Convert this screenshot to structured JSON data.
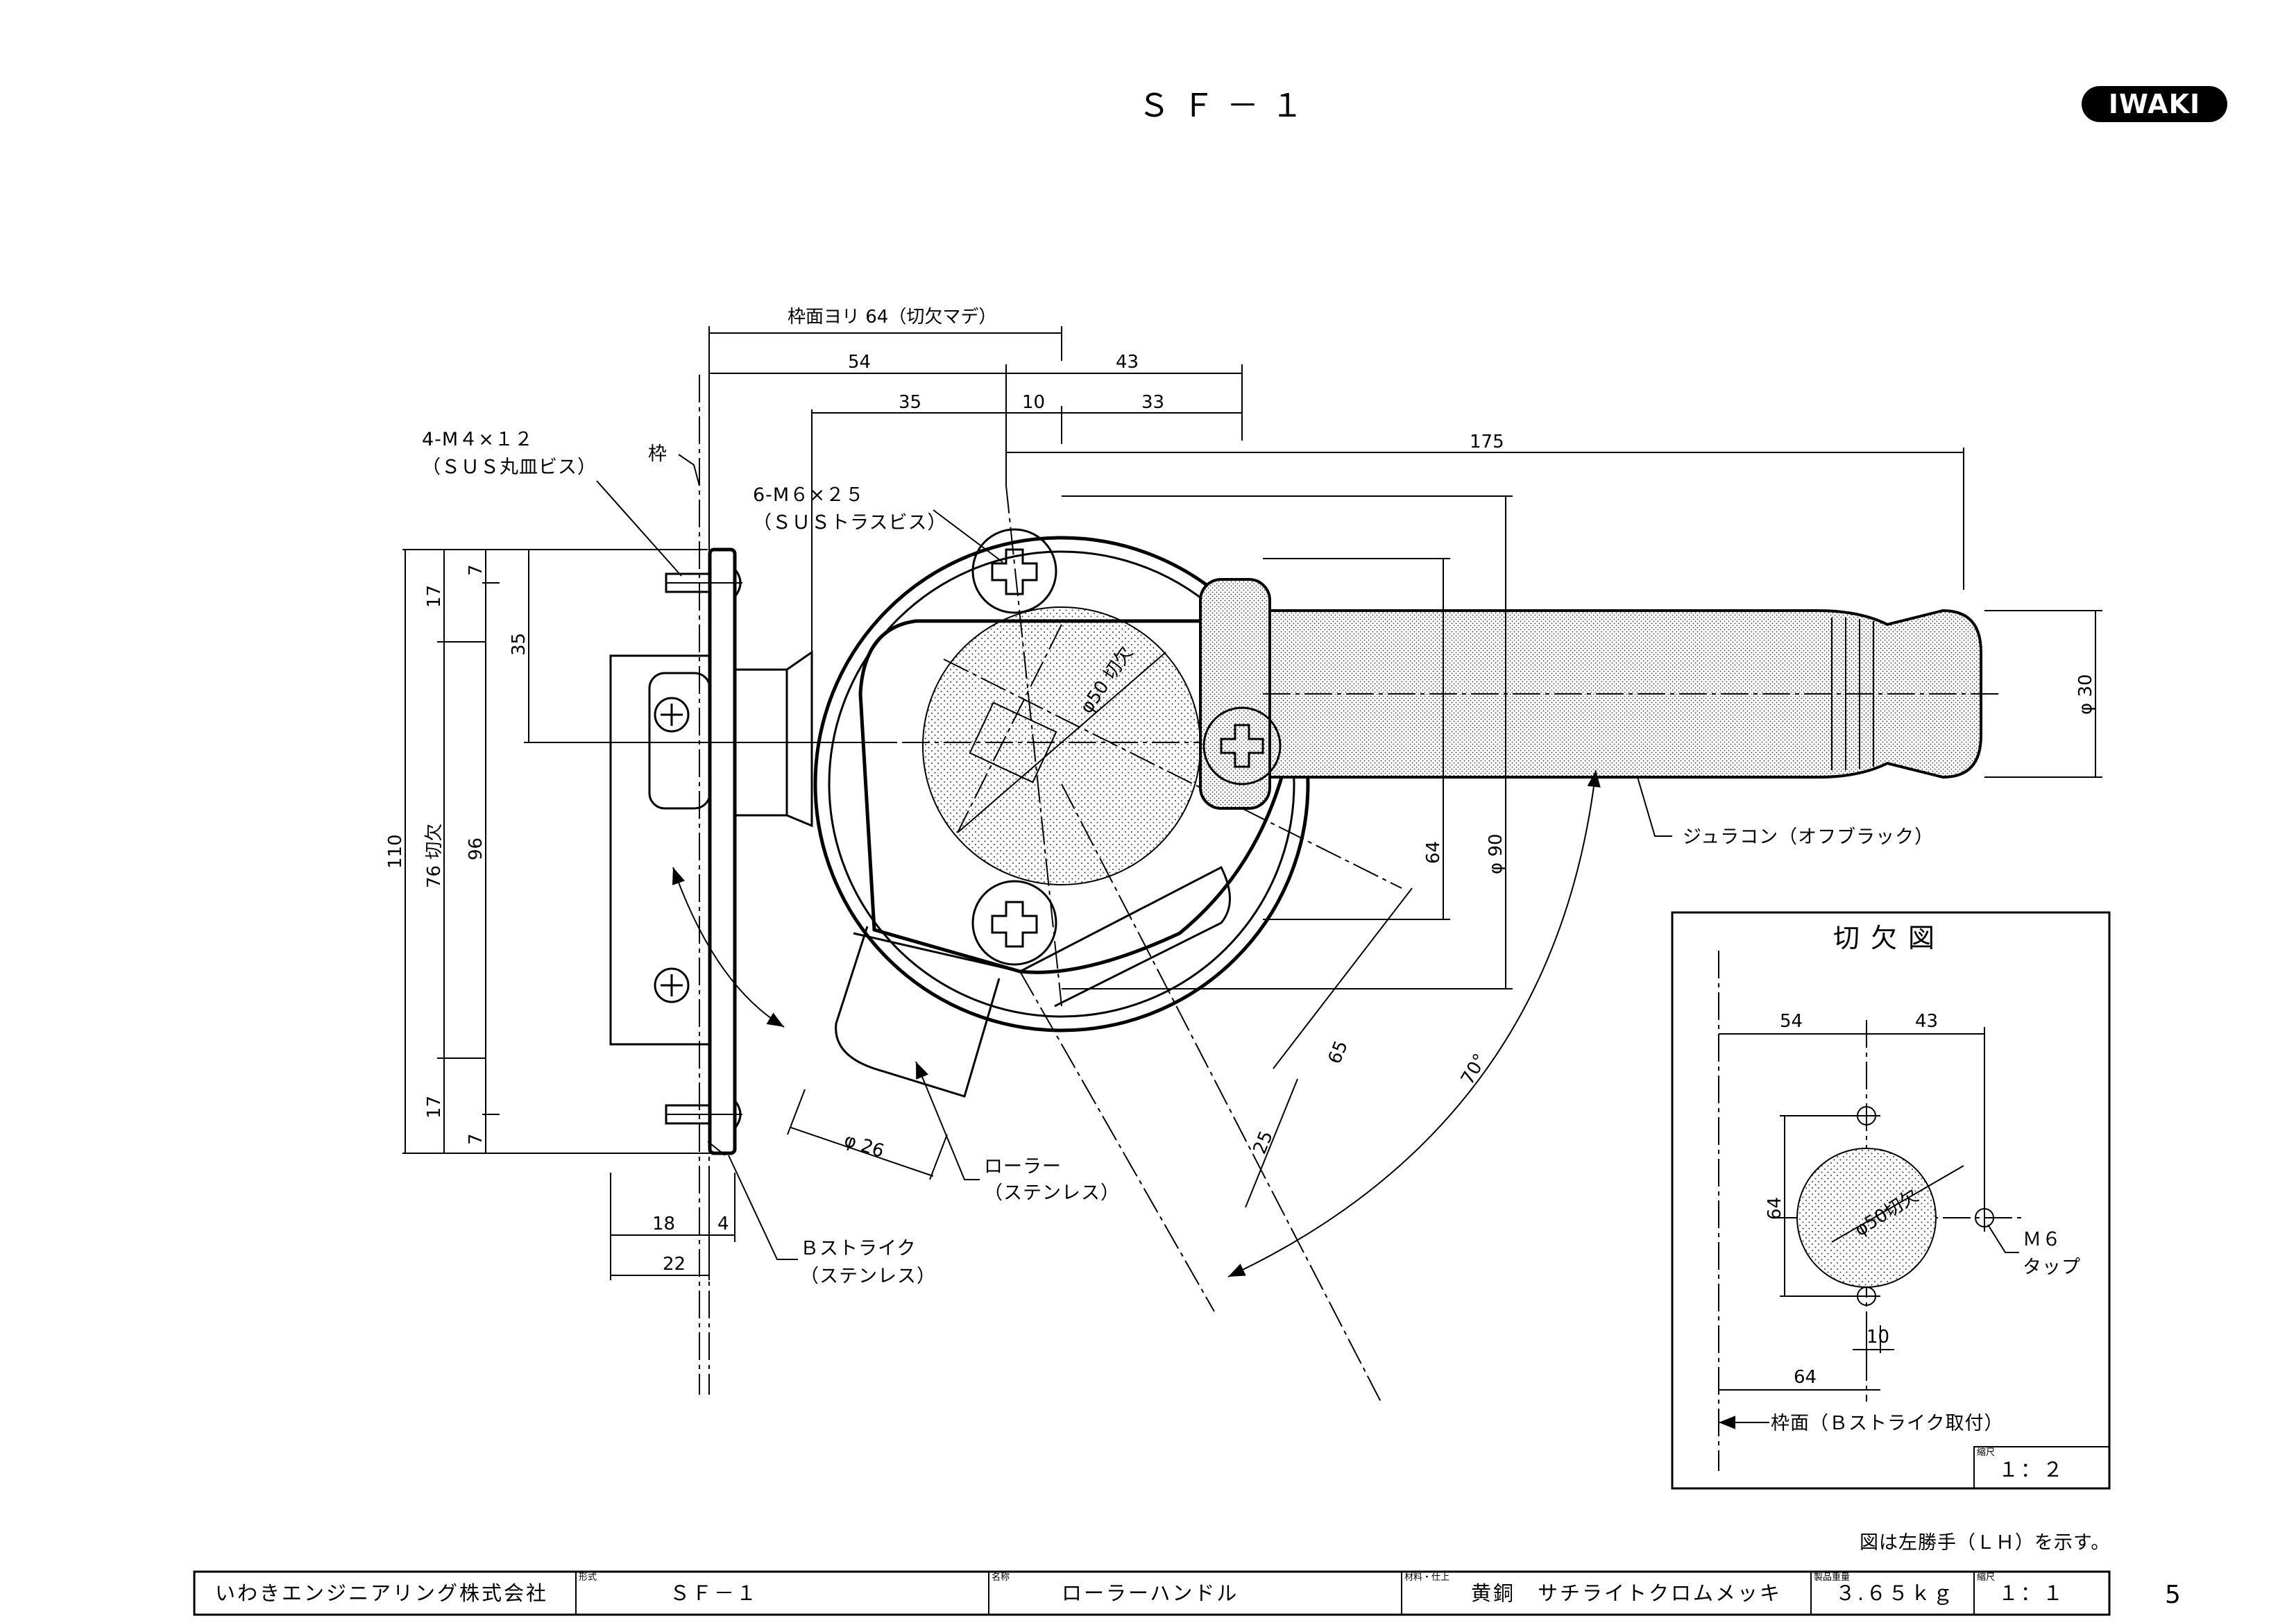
{
  "drawing_title": "ＳＦ－１",
  "brand_logo": "IWAKI",
  "page_number": "5",
  "annotations": {
    "frame_face_to_cutout": "枠面ヨリ 64（切欠マデ）",
    "screw_small": "4-M４×１２",
    "screw_small_material": "（ＳＵＳ丸皿ビス）",
    "frame": "枠",
    "screw_large": "6-M６×２５",
    "screw_large_material": "（ＳＵＳトラスビス）",
    "grip_material": "ジュラコン（オフブラック）",
    "roller": "ローラー",
    "roller_material": "（ステンレス）",
    "strike": "Ｂストライク",
    "strike_material": "（ステンレス）",
    "cutout_dia": "φ50 切欠",
    "hand_note": "図は左勝手（ＬＨ）を示す。"
  },
  "dimensions": {
    "d54": "54",
    "d43": "43",
    "d35": "35",
    "d10": "10",
    "d33": "33",
    "d175": "175",
    "d17a": "17",
    "d7a": "7",
    "d35v": "35",
    "d110": "110",
    "d76": "76 切欠",
    "d96": "96",
    "d17b": "17",
    "d7b": "7",
    "d18": "18",
    "d4": "4",
    "d22": "22",
    "d64": "64",
    "d90": "φ 90",
    "d30": "φ 30",
    "d65": "65",
    "d25": "25",
    "d70": "70°",
    "d26": "φ 26"
  },
  "cutout_view": {
    "title": "切欠図",
    "d54": "54",
    "d43": "43",
    "d64v": "64",
    "d10": "10",
    "d64h": "64",
    "cut_label": "φ50切欠",
    "tap": "Ｍ６",
    "tap2": "タップ",
    "frame_face": "枠面（Ｂストライク取付）",
    "scale_label": "縮尺",
    "scale": "１：２"
  },
  "title_block": {
    "company": "いわきエンジニアリング株式会社",
    "model_label": "形式",
    "model": "ＳＦ－１",
    "name_label": "名称",
    "name": "ローラーハンドル",
    "material_label": "材料・仕上",
    "material": "黄銅　サチライトクロムメッキ",
    "weight_label": "製品重量",
    "weight": "３.６５ｋｇ",
    "scale_label": "縮尺",
    "scale": "１：１"
  }
}
